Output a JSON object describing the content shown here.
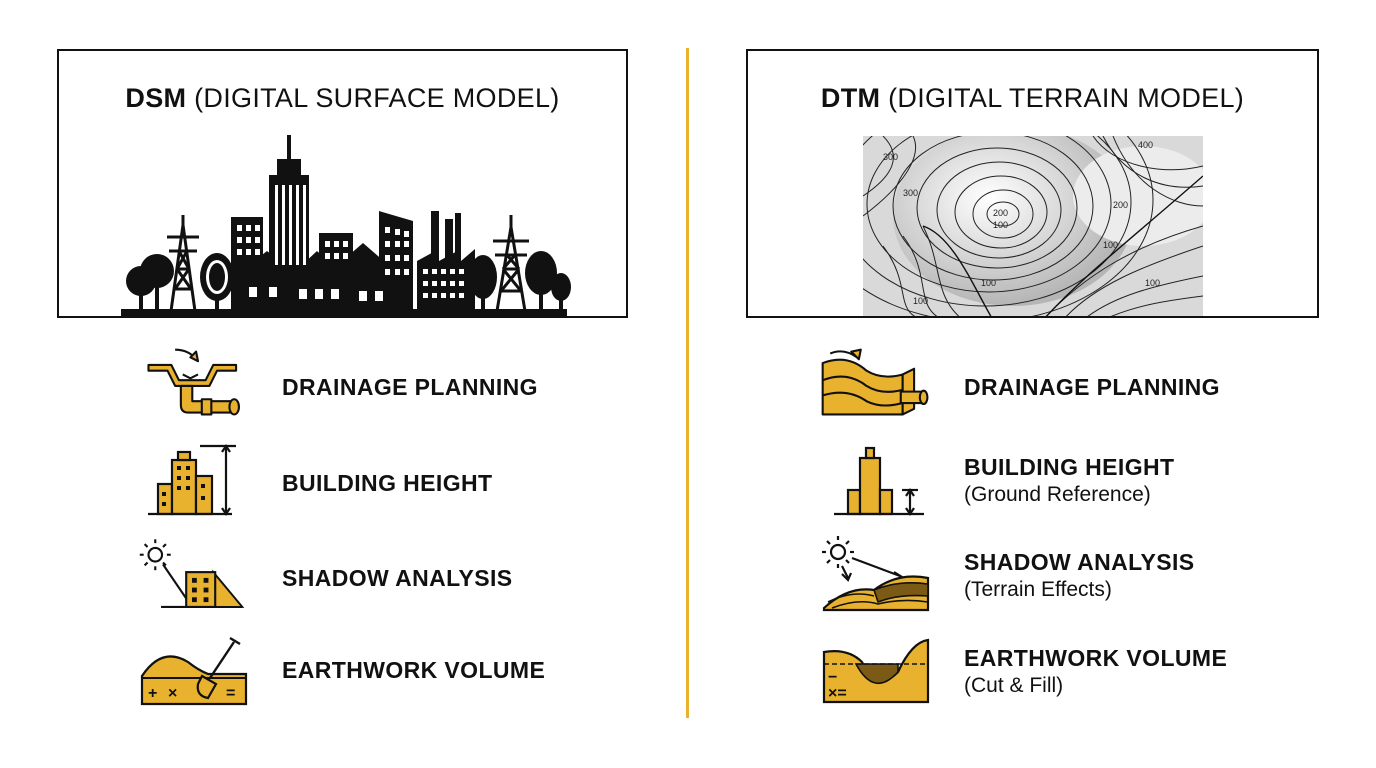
{
  "colors": {
    "accent": "#e8b22e",
    "ink": "#111111"
  },
  "dsm": {
    "title_abbr": "DSM",
    "title_rest": "(DIGITAL SURFACE MODEL)",
    "items": [
      {
        "label": "DRAINAGE PLANNING",
        "icon": "drainage-pipe-icon"
      },
      {
        "label": "BUILDING HEIGHT",
        "icon": "building-height-icon"
      },
      {
        "label": "SHADOW ANALYSIS",
        "icon": "sun-shadow-icon"
      },
      {
        "label": "EARTHWORK VOLUME",
        "icon": "earthwork-shovel-icon"
      }
    ]
  },
  "dtm": {
    "title_abbr": "DTM",
    "title_rest": "(DIGITAL TERRAIN MODEL)",
    "contour_labels": [
      "300",
      "200",
      "400",
      "300",
      "100",
      "200",
      "100",
      "100",
      "100",
      "100"
    ],
    "items": [
      {
        "label": "DRAINAGE PLANNING",
        "sub": "",
        "icon": "terrain-drainage-icon"
      },
      {
        "label": "BUILDING HEIGHT",
        "sub": "(Ground Reference)",
        "icon": "ground-reference-icon"
      },
      {
        "label": "SHADOW ANALYSIS",
        "sub": "(Terrain Effects)",
        "icon": "terrain-shadow-icon"
      },
      {
        "label": "EARTHWORK VOLUME",
        "sub": "(Cut & Fill)",
        "icon": "cut-fill-icon"
      }
    ]
  }
}
